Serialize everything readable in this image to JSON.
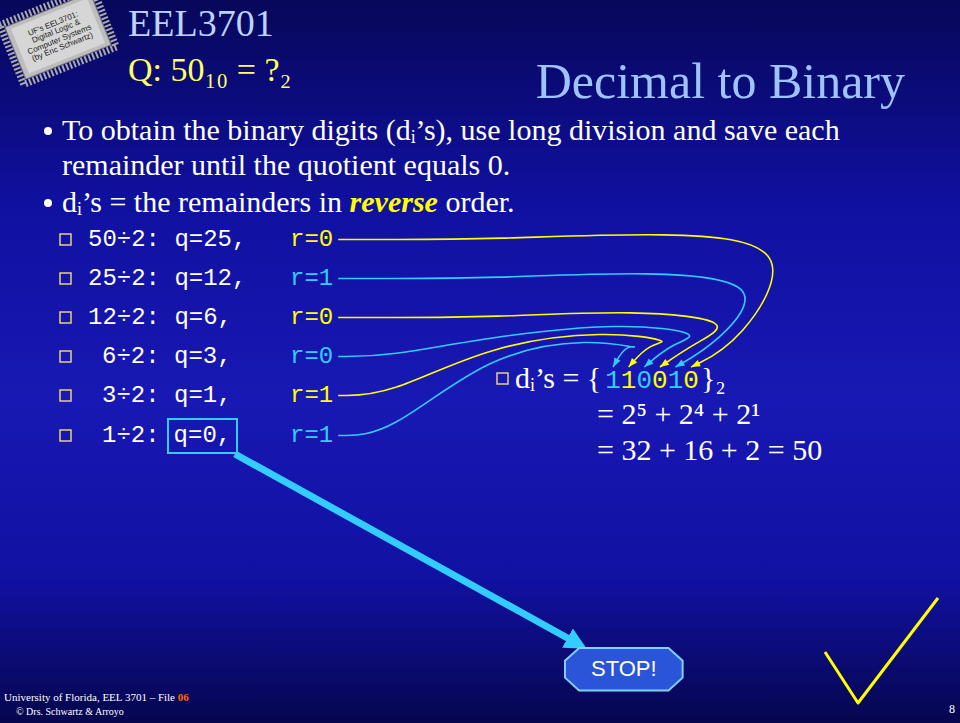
{
  "diagram": {
    "title": "Decimal to Binary",
    "nodes": [
      {
        "text": [
          "q=0,"
        ]
      },
      {
        "text": [
          "STOP!"
        ]
      }
    ],
    "edges": [
      {
        "from": 0,
        "to": 1,
        "arrow": "to"
      }
    ],
    "labels": [
      "UF's EEL3701: Digital Logic & Computer Systems (by Eric Schwartz)",
      "EEL3701",
      "Q: 50₁₀ = ?₂",
      "To obtain the binary digits (dᵢ’s), use long division and save each remainder until the quotient equals 0.",
      "dᵢ’s = the remainders in",
      "reverse",
      "order.",
      "50÷2: q=25,",
      "r=0",
      "25÷2: q=12,",
      "r=1",
      "12÷2: q=6,",
      "r=0",
      "6÷2: q=3,",
      "r=0",
      "3÷2: q=1,",
      "r=1",
      "1÷2:",
      "r=1",
      "dᵢ’s = {",
      "1",
      "1",
      "0",
      "0",
      "1",
      "0",
      "}₂",
      "= 2⁵ + 2⁴ + 2¹",
      "= 32 + 16 + 2 = 50",
      "University of Florida, EEL 3701 – File",
      "06",
      "© Drs. Schwartz & Arroyo",
      "8"
    ]
  }
}
